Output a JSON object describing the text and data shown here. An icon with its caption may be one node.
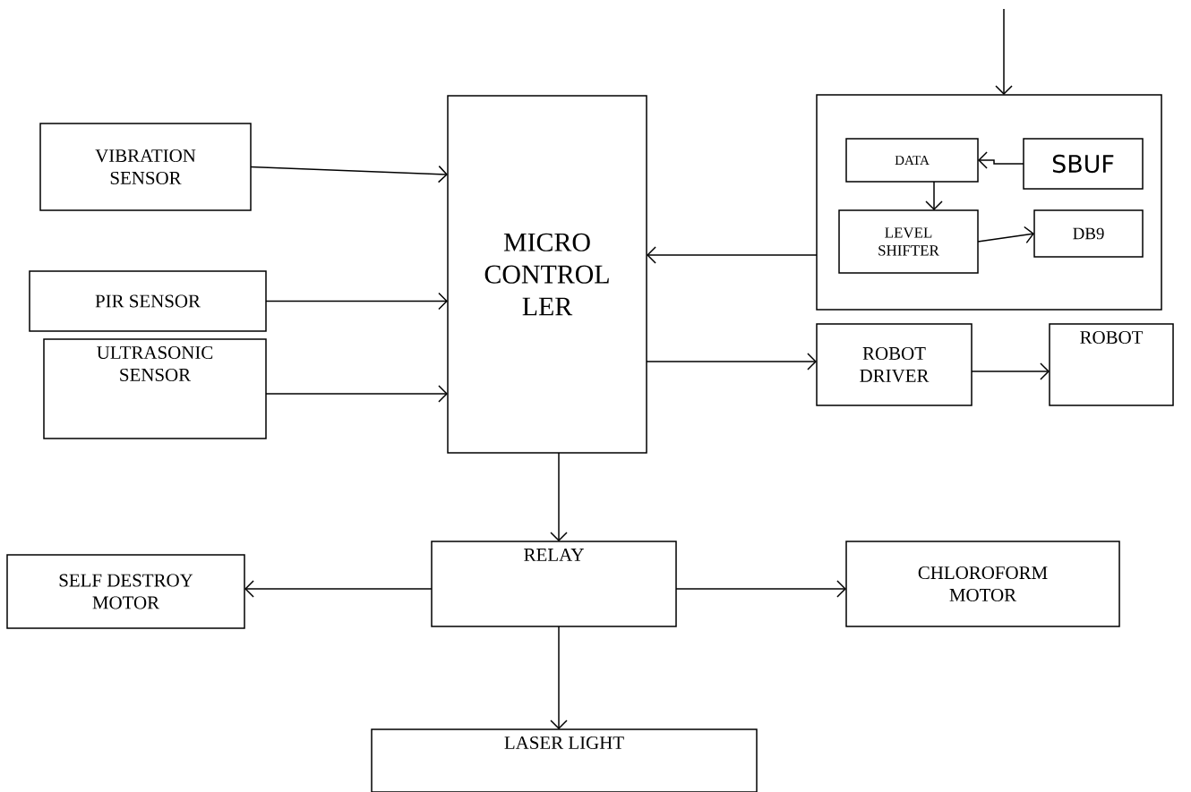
{
  "diagram": {
    "nodes": [
      {
        "text": [
          "VIBRATION SENSOR"
        ]
      },
      {
        "text": [
          "PIR SENSOR"
        ]
      },
      {
        "text": [
          "ULTRASONIC SENSOR"
        ]
      },
      {
        "text": [
          "MICRO CONTROL LER"
        ]
      },
      {
        "text": [],
        "shape": "box"
      },
      {
        "text": [
          "DATA"
        ],
        "in": 4
      },
      {
        "text": [
          "SBUF"
        ],
        "in": 4
      },
      {
        "text": [
          "LEVEL SHIFTER"
        ],
        "in": 4
      },
      {
        "text": [
          "DB9"
        ],
        "in": 4
      },
      {
        "text": [
          "ROBOT DRIVER"
        ]
      },
      {
        "text": [
          "ROBOT"
        ]
      },
      {
        "text": [
          "RELAY"
        ]
      },
      {
        "text": [
          "SELF DESTROY MOTOR"
        ]
      },
      {
        "text": [
          "CHLOROFORM MOTOR"
        ]
      },
      {
        "text": [
          "LASER LIGHT"
        ]
      }
    ],
    "edges": [
      {
        "from": 0,
        "to": 3,
        "arrow": "to"
      },
      {
        "from": 1,
        "to": 3,
        "arrow": "to"
      },
      {
        "from": 2,
        "to": 3,
        "arrow": "to"
      },
      {
        "from": 4,
        "to": 3,
        "arrow": "to"
      },
      {
        "from": null,
        "to": 4,
        "arrow": "to"
      },
      {
        "from": 6,
        "to": 5,
        "arrow": "to"
      },
      {
        "from": 5,
        "to": 7,
        "arrow": "to"
      },
      {
        "from": 7,
        "to": 8,
        "arrow": "to"
      },
      {
        "from": 3,
        "to": 9,
        "arrow": "to"
      },
      {
        "from": 9,
        "to": 10,
        "arrow": "to"
      },
      {
        "from": 3,
        "to": 11,
        "arrow": "to"
      },
      {
        "from": 11,
        "to": 12,
        "arrow": "to"
      },
      {
        "from": 11,
        "to": 13,
        "arrow": "to"
      },
      {
        "from": 11,
        "to": 14,
        "arrow": "to"
      }
    ]
  }
}
